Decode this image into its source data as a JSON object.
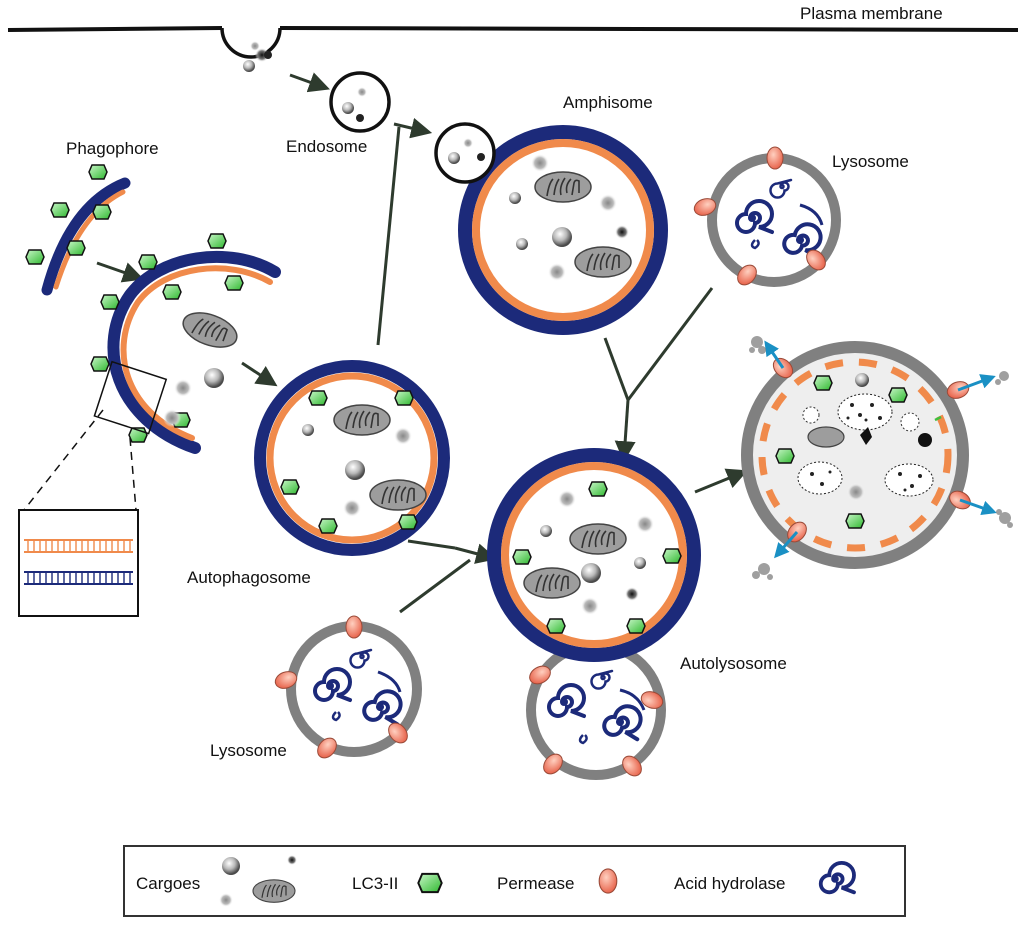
{
  "labels": {
    "plasma_membrane": "Plasma membrane",
    "phagophore": "Phagophore",
    "endosome": "Endosome",
    "amphisome": "Amphisome",
    "lysosome_top": "Lysosome",
    "autophagosome": "Autophagosome",
    "autolysosome": "Autolysosome",
    "lysosome_bottom": "Lysosome"
  },
  "legend": {
    "cargoes": "Cargoes",
    "lc3": "LC3-II",
    "permease": "Permease",
    "acid_hydrolase": "Acid hydrolase"
  },
  "colors": {
    "outer_membrane": "#1c2a7a",
    "inner_membrane": "#f08a4b",
    "lysosome_membrane": "#808080",
    "lc3": "#4ccf4c",
    "permease": "#f08a70",
    "hydrolase": "#1c2a7a",
    "arrow": "#2e3b2e",
    "efflux_arrow": "#1a90c4"
  }
}
